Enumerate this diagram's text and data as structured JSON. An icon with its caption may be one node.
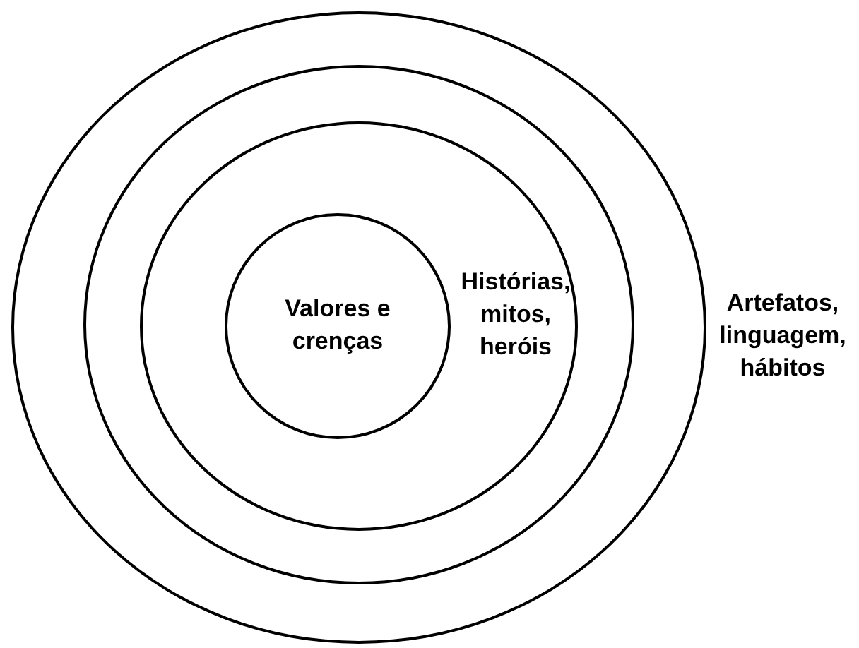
{
  "diagram": {
    "nodes": [
      {
        "text": [
          "Artefatos, linguagem, hábitos"
        ]
      },
      {
        "text": [],
        "shape": "circle",
        "in": 0
      },
      {
        "text": [
          "Histórias, mitos, heróis"
        ],
        "in": 1
      },
      {
        "text": [
          "Valores e crenças"
        ],
        "in": 2
      }
    ]
  }
}
